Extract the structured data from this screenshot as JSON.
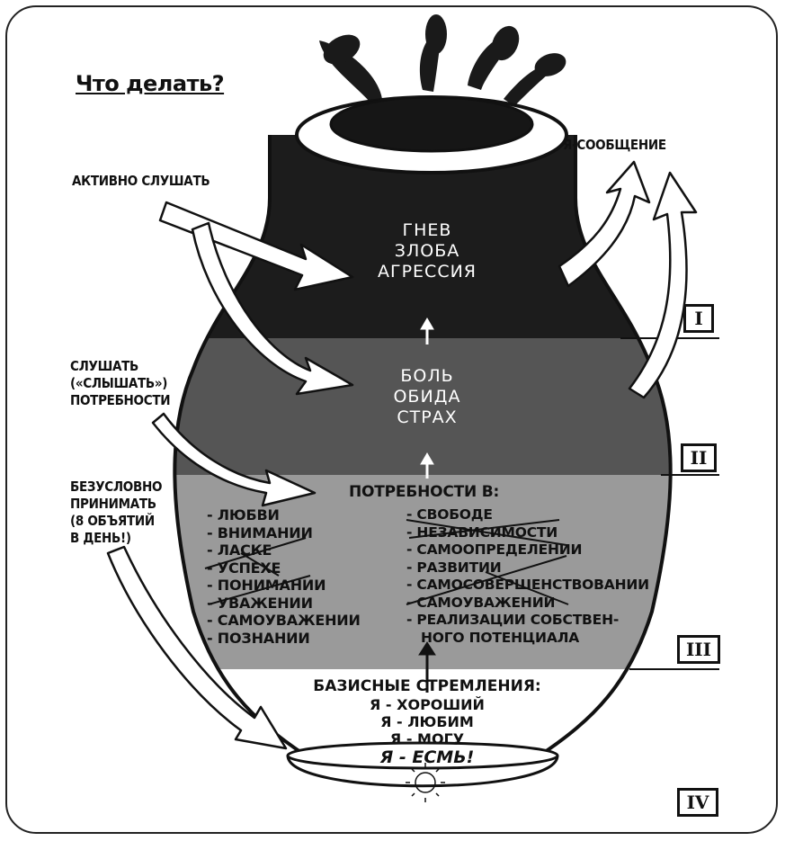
{
  "title": "Что делать?",
  "labels": {
    "i_message": "Я-СООБЩЕНИЕ",
    "active_listen": "АКТИВНО СЛУШАТЬ",
    "listen_needs": [
      "СЛУШАТЬ",
      "(«СЛЫШАТЬ»)",
      "ПОТРЕБНОСТИ"
    ],
    "accept": [
      "БЕЗУСЛОВНО",
      "ПРИНИМАТЬ",
      "(8 ОБЪЯТИЙ",
      "В ДЕНЬ!)"
    ]
  },
  "levels": {
    "I": {
      "roman": "I",
      "words": [
        "ГНЕВ",
        "ЗЛОБА",
        "АГРЕССИЯ"
      ]
    },
    "II": {
      "roman": "II",
      "words": [
        "БОЛЬ",
        "ОБИДА",
        "СТРАХ"
      ]
    },
    "III": {
      "roman": "III",
      "heading": "ПОТРЕБНОСТИ В:",
      "left": [
        "- ЛЮБВИ",
        "- ВНИМАНИИ",
        "- ЛАСКЕ",
        "- УСПЕХЕ",
        "- ПОНИМАНИИ",
        "- УВАЖЕНИИ",
        "- САМОУВАЖЕНИИ",
        "- ПОЗНАНИИ"
      ],
      "right": [
        "- СВОБОДЕ",
        "- НЕЗАВИСИМОСТИ",
        "- САМООПРЕДЕЛЕНИИ",
        "- РАЗВИТИИ",
        "- САМОСОВЕРШЕНСТВОВАНИИ",
        "- САМОУВАЖЕНИИ",
        "- РЕАЛИЗАЦИИ СОБСТВЕН-",
        "НОГО ПОТЕНЦИАЛА"
      ]
    },
    "IV": {
      "roman": "IV",
      "heading": "БАЗИСНЫЕ СТРЕМЛЕНИЯ:",
      "lines": [
        "Я - ХОРОШИЙ",
        "Я - ЛЮБИМ",
        "Я - МОГУ",
        "Я - ЕСМЬ!"
      ]
    }
  },
  "colors": {
    "level1": "#1c1c1c",
    "level2": "#555555",
    "level3": "#9a9a9a",
    "level4": "#ffffff",
    "ink": "#111111"
  }
}
